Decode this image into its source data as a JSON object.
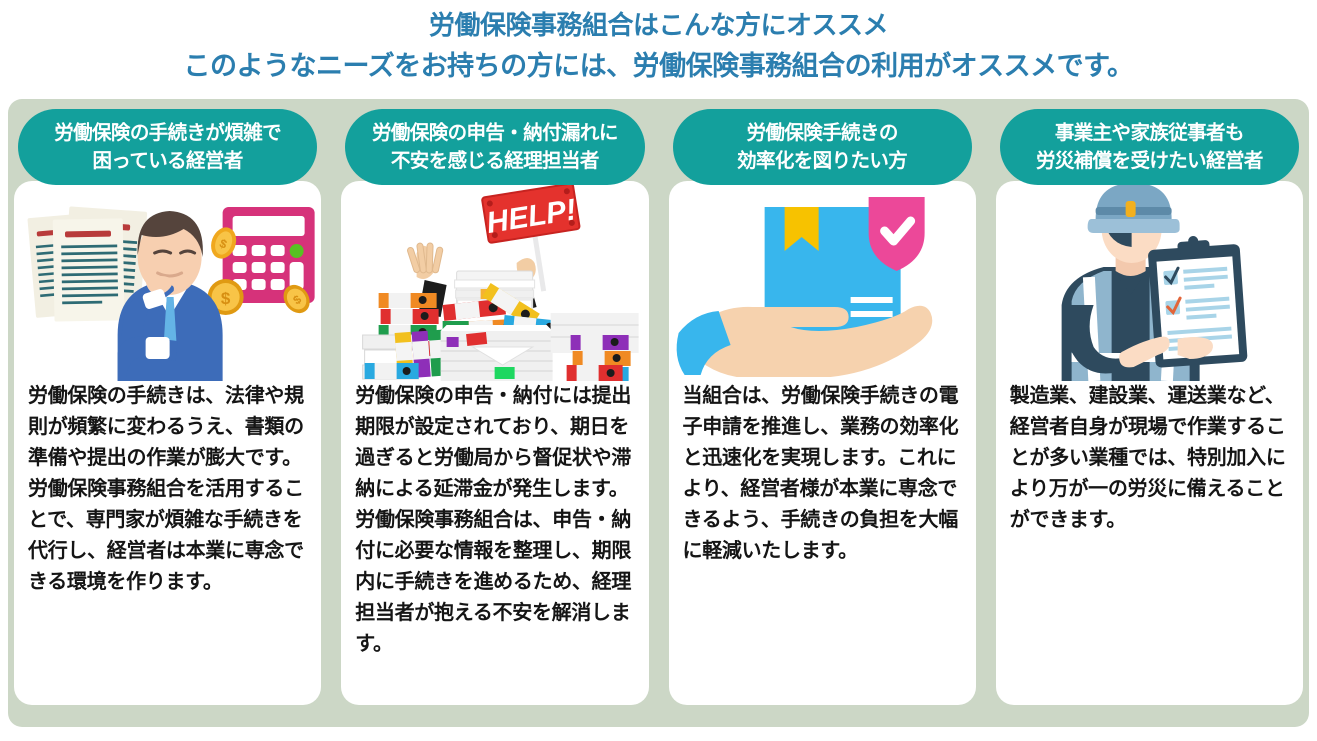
{
  "title": {
    "line1": "労働保険事務組合はこんな方にオススメ",
    "line2": "このようなニーズをお持ちの方には、労働保険事務組合の利用がオススメです。",
    "color": "#2b7eaf"
  },
  "theme": {
    "container_bg": "#ccd7c6",
    "card_bg": "#ffffff",
    "header_bg": "#13a09c",
    "header_text": "#ffffff",
    "body_text": "#151515"
  },
  "cards": [
    {
      "header": "労働保険の手続きが煩雑で\n困っている経営者",
      "illustration": "worried-businessman-documents-calculator",
      "body": "労働保険の手続きは、法律や規則が頻繁に変わるうえ、書類の準備や提出の作業が膨大です。労働保険事務組合を活用することで、専門家が煩雑な手続きを代行し、経営者は本業に専念できる環境を作ります。"
    },
    {
      "header": "労働保険の申告・納付漏れに\n不安を感じる経理担当者",
      "illustration": "person-buried-in-paperwork-help-sign",
      "body": "労働保険の申告・納付には提出期限が設定されており、期日を過ぎると労働局から督促状や滞納による延滞金が発生します。労働保険事務組合は、申告・納付に必要な情報を整理し、期限内に手続きを進めるため、経理担当者が抱える不安を解消します。"
    },
    {
      "header": "労働保険手続きの\n効率化を図りたい方",
      "illustration": "hand-holding-document-with-shield-check",
      "body": "当組合は、労働保険手続きの電子申請を推進し、業務の効率化と迅速化を実現します。これにより、経営者様が本業に専念できるよう、手続きの負担を大幅に軽減いたします。"
    },
    {
      "header": "事業主や家族従事者も\n労災補償を受けたい経営者",
      "illustration": "construction-worker-with-clipboard",
      "body": "製造業、建設業、運送業など、経営者自身が現場で作業することが多い業種では、特別加入により万が一の労災に備えることができます。"
    }
  ]
}
